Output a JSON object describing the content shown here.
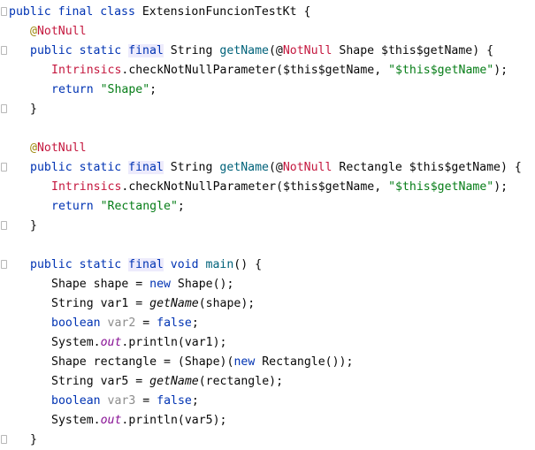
{
  "editor": {
    "lines": [
      {
        "indent": 0,
        "tokens": [
          {
            "t": "public final class ",
            "c": "kw"
          },
          {
            "t": "ExtensionFuncionTestKt {",
            "c": ""
          }
        ]
      },
      {
        "indent": 1,
        "tokens": [
          {
            "t": "@",
            "c": "ann"
          },
          {
            "t": "NotNull",
            "c": "ann-name"
          }
        ]
      },
      {
        "indent": 1,
        "tokens": [
          {
            "t": "public static ",
            "c": "kw"
          },
          {
            "t": "final",
            "c": "kw hl"
          },
          {
            "t": " String ",
            "c": ""
          },
          {
            "t": "getName",
            "c": "fn"
          },
          {
            "t": "(@",
            "c": ""
          },
          {
            "t": "NotNull",
            "c": "ann-name"
          },
          {
            "t": " Shape $this$getName) {",
            "c": ""
          }
        ]
      },
      {
        "indent": 2,
        "tokens": [
          {
            "t": "Intrinsics",
            "c": "cls"
          },
          {
            "t": ".checkNotNullParameter($this$getName, ",
            "c": ""
          },
          {
            "t": "\"$this$getName\"",
            "c": "str"
          },
          {
            "t": ");",
            "c": ""
          }
        ]
      },
      {
        "indent": 2,
        "tokens": [
          {
            "t": "return ",
            "c": "kw"
          },
          {
            "t": "\"Shape\"",
            "c": "str"
          },
          {
            "t": ";",
            "c": ""
          }
        ]
      },
      {
        "indent": 1,
        "tokens": [
          {
            "t": "}",
            "c": ""
          }
        ]
      },
      {
        "indent": 0,
        "tokens": []
      },
      {
        "indent": 1,
        "tokens": [
          {
            "t": "@",
            "c": "ann"
          },
          {
            "t": "NotNull",
            "c": "ann-name"
          }
        ]
      },
      {
        "indent": 1,
        "tokens": [
          {
            "t": "public static ",
            "c": "kw"
          },
          {
            "t": "final",
            "c": "kw hl"
          },
          {
            "t": " String ",
            "c": ""
          },
          {
            "t": "getName",
            "c": "fn"
          },
          {
            "t": "(@",
            "c": ""
          },
          {
            "t": "NotNull",
            "c": "ann-name"
          },
          {
            "t": " Rectangle $this$getName) {",
            "c": ""
          }
        ]
      },
      {
        "indent": 2,
        "tokens": [
          {
            "t": "Intrinsics",
            "c": "cls"
          },
          {
            "t": ".checkNotNullParameter($this$getName, ",
            "c": ""
          },
          {
            "t": "\"$this$getName\"",
            "c": "str"
          },
          {
            "t": ");",
            "c": ""
          }
        ]
      },
      {
        "indent": 2,
        "tokens": [
          {
            "t": "return ",
            "c": "kw"
          },
          {
            "t": "\"Rectangle\"",
            "c": "str"
          },
          {
            "t": ";",
            "c": ""
          }
        ]
      },
      {
        "indent": 1,
        "tokens": [
          {
            "t": "}",
            "c": ""
          }
        ]
      },
      {
        "indent": 0,
        "tokens": []
      },
      {
        "indent": 1,
        "tokens": [
          {
            "t": "public static ",
            "c": "kw"
          },
          {
            "t": "final",
            "c": "kw hl"
          },
          {
            "t": " void ",
            "c": "kw"
          },
          {
            "t": "main",
            "c": "fn"
          },
          {
            "t": "() {",
            "c": ""
          }
        ]
      },
      {
        "indent": 2,
        "tokens": [
          {
            "t": "Shape shape = ",
            "c": ""
          },
          {
            "t": "new ",
            "c": "kw"
          },
          {
            "t": "Shape();",
            "c": ""
          }
        ]
      },
      {
        "indent": 2,
        "tokens": [
          {
            "t": "String var1 = ",
            "c": ""
          },
          {
            "t": "getName",
            "c": "static-fn"
          },
          {
            "t": "(shape);",
            "c": ""
          }
        ]
      },
      {
        "indent": 2,
        "tokens": [
          {
            "t": "boolean ",
            "c": "kw"
          },
          {
            "t": "var2",
            "c": "unused"
          },
          {
            "t": " = ",
            "c": ""
          },
          {
            "t": "false",
            "c": "kw"
          },
          {
            "t": ";",
            "c": ""
          }
        ]
      },
      {
        "indent": 2,
        "tokens": [
          {
            "t": "System.",
            "c": ""
          },
          {
            "t": "out",
            "c": "static-field"
          },
          {
            "t": ".println(var1);",
            "c": ""
          }
        ]
      },
      {
        "indent": 2,
        "tokens": [
          {
            "t": "Shape rectangle = (Shape)(",
            "c": ""
          },
          {
            "t": "new ",
            "c": "kw"
          },
          {
            "t": "Rectangle());",
            "c": ""
          }
        ]
      },
      {
        "indent": 2,
        "tokens": [
          {
            "t": "String var5 = ",
            "c": ""
          },
          {
            "t": "getName",
            "c": "static-fn"
          },
          {
            "t": "(rectangle);",
            "c": ""
          }
        ]
      },
      {
        "indent": 2,
        "tokens": [
          {
            "t": "boolean ",
            "c": "kw"
          },
          {
            "t": "var3",
            "c": "unused"
          },
          {
            "t": " = ",
            "c": ""
          },
          {
            "t": "false",
            "c": "kw"
          },
          {
            "t": ";",
            "c": ""
          }
        ]
      },
      {
        "indent": 2,
        "tokens": [
          {
            "t": "System.",
            "c": ""
          },
          {
            "t": "out",
            "c": "static-field"
          },
          {
            "t": ".println(var5);",
            "c": ""
          }
        ]
      },
      {
        "indent": 1,
        "tokens": [
          {
            "t": "}",
            "c": ""
          }
        ]
      }
    ]
  }
}
